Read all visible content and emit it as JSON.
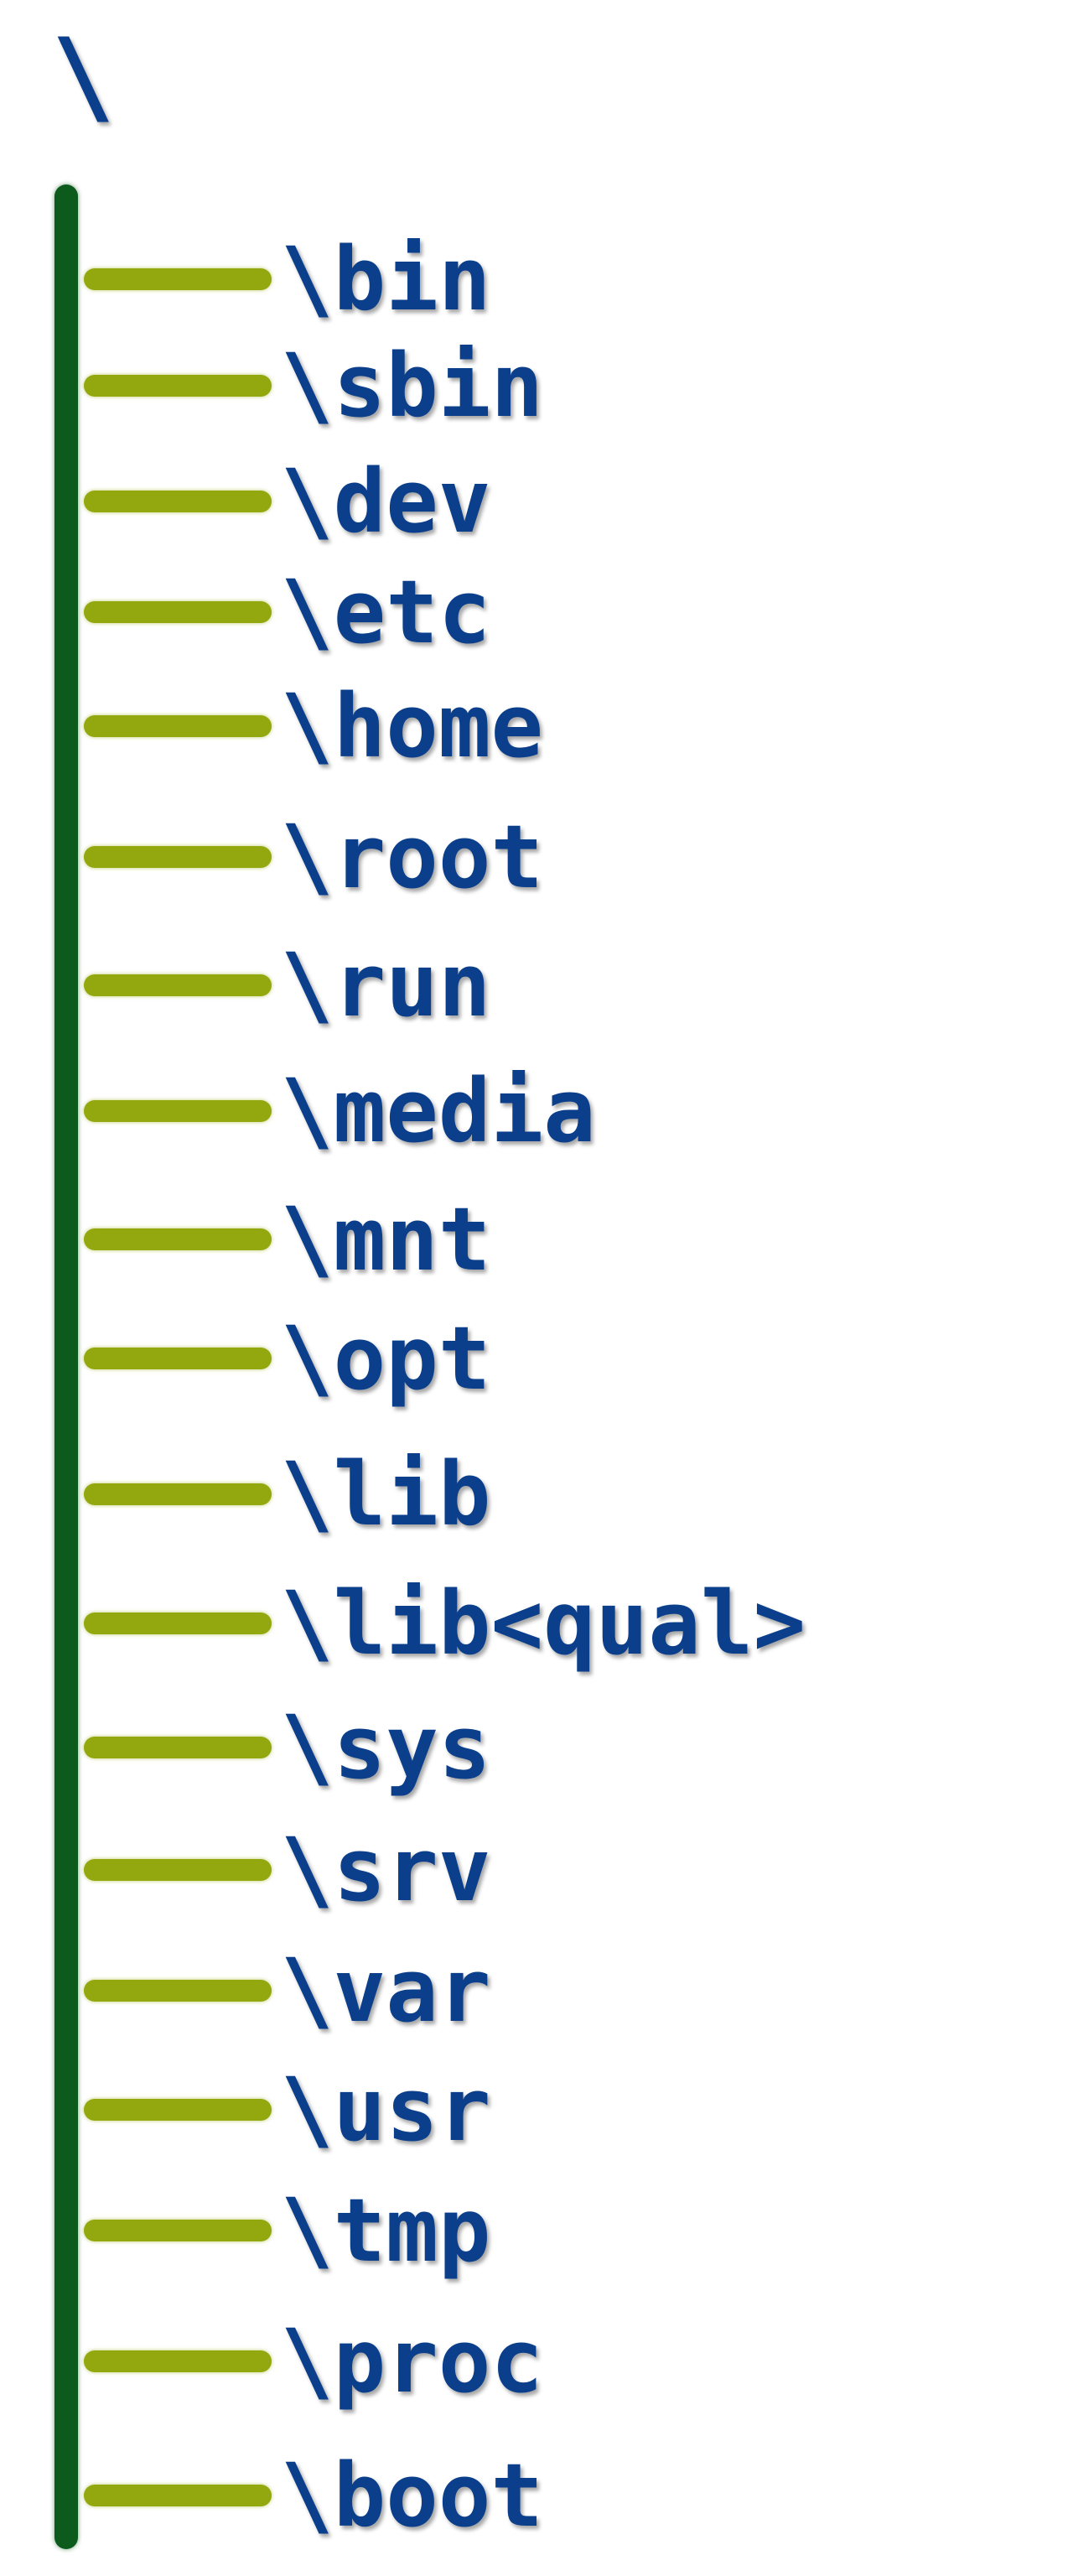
{
  "diagram": {
    "root_label": "\\",
    "colors": {
      "text": "#0b3f8c",
      "trunk": "#0d5a1d",
      "branch": "#93a80e"
    },
    "directories": [
      "\\bin",
      "\\sbin",
      "\\dev",
      "\\etc",
      "\\home",
      "\\root",
      "\\run",
      "\\media",
      "\\mnt",
      "\\opt",
      "\\lib",
      "\\lib<qual>",
      "\\sys",
      "\\srv",
      "\\var",
      "\\usr",
      "\\tmp",
      "\\proc",
      "\\boot"
    ]
  }
}
